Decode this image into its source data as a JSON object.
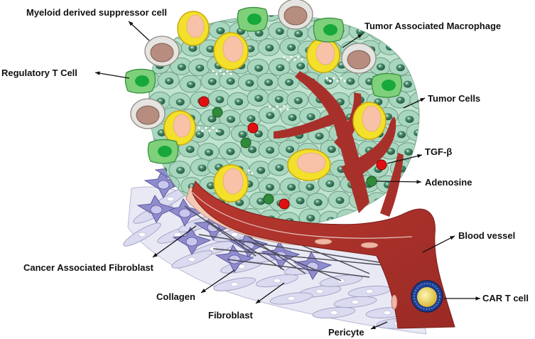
{
  "labels": {
    "mdsc": "Myeloid derived suppressor cell",
    "tam": "Tumor Associated Macrophage",
    "treg": "Regulatory T Cell",
    "tumor_cells": "Tumor Cells",
    "tgf_beta": "TGF-β",
    "adenosine": "Adenosine",
    "blood_vessel": "Blood vessel",
    "caf": "Cancer Associated Fibroblast",
    "car_t": "CAR T cell",
    "collagen": "Collagen",
    "fibroblast": "Fibroblast",
    "pericyte": "Pericyte"
  },
  "colors": {
    "tumor_cell": "#a9d6bf",
    "tumor_nucleus": "#3b7d5f",
    "macrophage": "#f2e02a",
    "macrophage_nucleus": "#f7c2a8",
    "mdsc": "#e6e4e0",
    "mdsc_nucleus": "#b78d80",
    "treg": "#7fd07a",
    "treg_nucleus": "#16a83a",
    "tgf_beta": "#e01010",
    "adenosine": "#2f8a3a",
    "blood_vessel": "#a8302a",
    "vessel_lining": "#f3c9b6",
    "fibroblast": "#dadaf0",
    "caf": "#8f8ccd",
    "car_t_ring": "#1f3f8f",
    "car_t_core": "#efd84e"
  }
}
